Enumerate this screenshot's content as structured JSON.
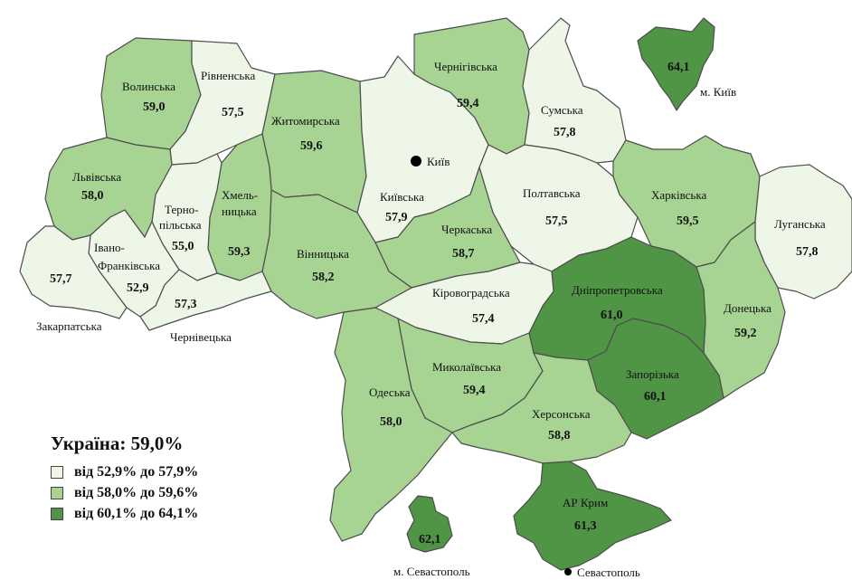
{
  "colors": {
    "low": "#eef6e8",
    "mid": "#a7d393",
    "high": "#509446",
    "border": "#4d4d4d"
  },
  "legend": {
    "title": "Україна: 59,0%",
    "items": [
      {
        "label": "від 52,9% до 57,9%",
        "class": "low"
      },
      {
        "label": "від 58,0% до 59,6%",
        "class": "mid"
      },
      {
        "label": "від 60,1% до 64,1%",
        "class": "high"
      }
    ]
  },
  "regions": {
    "volynska": {
      "name": "Волинська",
      "value": "59,0",
      "class": "mid"
    },
    "rivnenska": {
      "name": "Рівненська",
      "value": "57,5",
      "class": "low"
    },
    "zhytomyrska": {
      "name": "Житомирська",
      "value": "59,6",
      "class": "mid"
    },
    "kyivska": {
      "name": "Київська",
      "value": "57,9",
      "class": "low"
    },
    "chernihivska": {
      "name": "Чернігівська",
      "value": "59,4",
      "class": "mid"
    },
    "sumska": {
      "name": "Сумська",
      "value": "57,8",
      "class": "low"
    },
    "kharkivska": {
      "name": "Харківська",
      "value": "59,5",
      "class": "mid"
    },
    "luhanska": {
      "name": "Луганська",
      "value": "57,8",
      "class": "low"
    },
    "donetska": {
      "name": "Донецька",
      "value": "59,2",
      "class": "mid"
    },
    "zaporizka": {
      "name": "Запорізька",
      "value": "60,1",
      "class": "high"
    },
    "dnipropetrovska": {
      "name": "Дніпропетровська",
      "value": "61,0",
      "class": "high"
    },
    "poltavska": {
      "name": "Полтавська",
      "value": "57,5",
      "class": "low"
    },
    "cherkaska": {
      "name": "Черкаська",
      "value": "58,7",
      "class": "mid"
    },
    "kirovohradska": {
      "name": "Кіровоградська",
      "value": "57,4",
      "class": "low"
    },
    "mykolaivska": {
      "name": "Миколаївська",
      "value": "59,4",
      "class": "mid"
    },
    "khersonska": {
      "name": "Херсонська",
      "value": "58,8",
      "class": "mid"
    },
    "odeska": {
      "name": "Одеська",
      "value": "58,0",
      "class": "mid"
    },
    "vinnytska": {
      "name": "Вінницька",
      "value": "58,2",
      "class": "mid"
    },
    "khmelnytska": {
      "name1": "Хмель-",
      "name2": "ницька",
      "value": "59,3",
      "class": "mid"
    },
    "ternopilska": {
      "name1": "Терно-",
      "name2": "пільська",
      "value": "55,0",
      "class": "low"
    },
    "lvivska": {
      "name": "Львівська",
      "value": "58,0",
      "class": "mid"
    },
    "ivanofrankivska": {
      "name1": "Івано-",
      "name2": "Франківська",
      "value": "52,9",
      "class": "low"
    },
    "zakarpatska": {
      "name": "Закарпатська",
      "value": "57,7",
      "class": "low"
    },
    "chernivetska": {
      "name": "Чернівецька",
      "value": "57,3",
      "class": "low"
    },
    "krym": {
      "name": "АР Крим",
      "value": "61,3",
      "class": "high"
    },
    "kyiv_city": {
      "name": "м. Київ",
      "value": "64,1",
      "class": "high"
    },
    "sevastopol_city": {
      "name": "м. Севастополь",
      "value": "62,1",
      "class": "high"
    }
  },
  "cities": {
    "kyiv": "Київ",
    "sevastopol": "Севастополь"
  }
}
